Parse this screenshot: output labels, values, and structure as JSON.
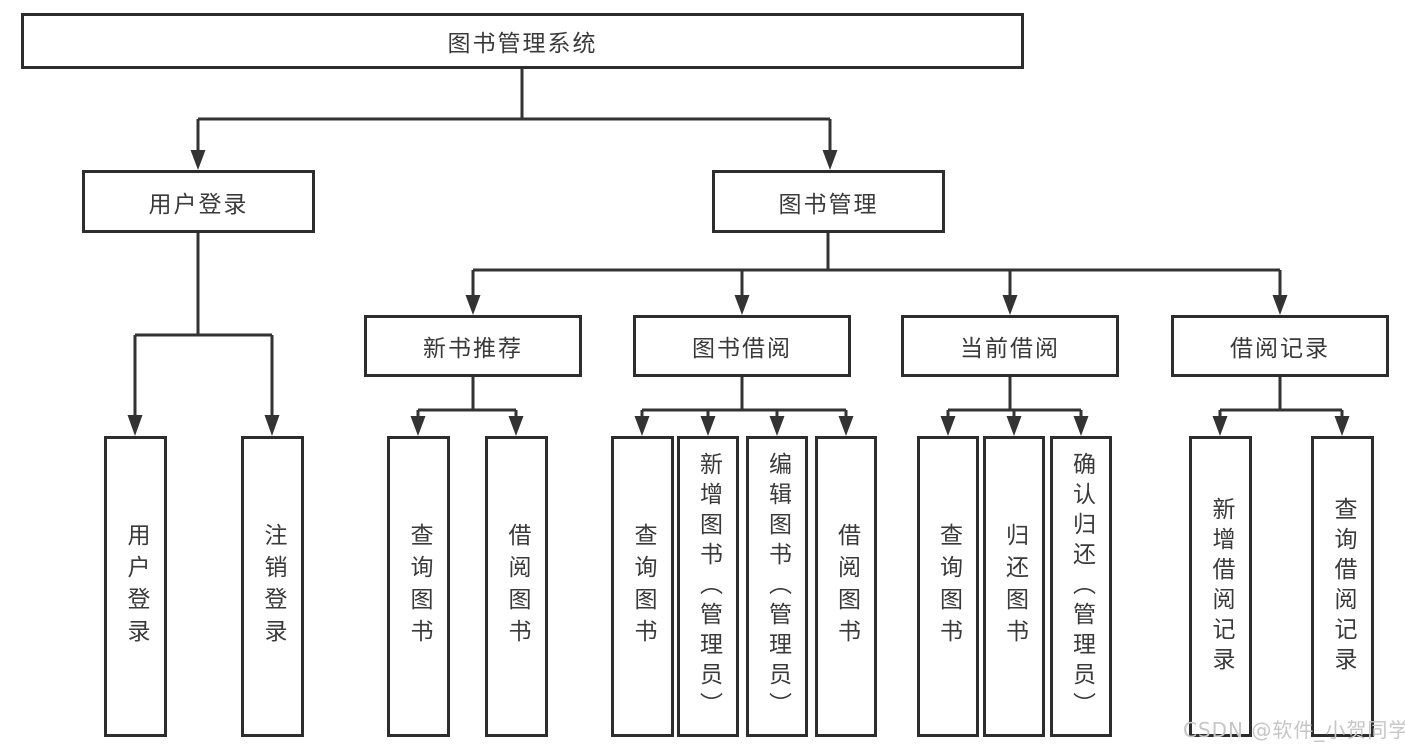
{
  "tree": {
    "label": "图书管理系统",
    "children": [
      {
        "label": "用户登录",
        "children": [
          {
            "label": "用户登录"
          },
          {
            "label": "注销登录"
          }
        ]
      },
      {
        "label": "图书管理",
        "children": [
          {
            "label": "新书推荐",
            "children": [
              {
                "label": "查询图书"
              },
              {
                "label": "借阅图书"
              }
            ]
          },
          {
            "label": "图书借阅",
            "children": [
              {
                "label": "查询图书"
              },
              {
                "label": "新增图书（管理员）"
              },
              {
                "label": "编辑图书（管理员）"
              },
              {
                "label": "借阅图书"
              }
            ]
          },
          {
            "label": "当前借阅",
            "children": [
              {
                "label": "查询图书"
              },
              {
                "label": "归还图书"
              },
              {
                "label": "确认归还（管理员）"
              }
            ]
          },
          {
            "label": "借阅记录",
            "children": [
              {
                "label": "新增借阅记录"
              },
              {
                "label": "查询借阅记录"
              }
            ]
          }
        ]
      }
    ]
  },
  "watermark": {
    "text": "CSDN @软件_小贺同学"
  },
  "colors": {
    "line": "#333333",
    "box_border": "#2d2d2d",
    "text": "#3a3a3a",
    "watermark": "#c6c6c6",
    "background": "#ffffff"
  }
}
